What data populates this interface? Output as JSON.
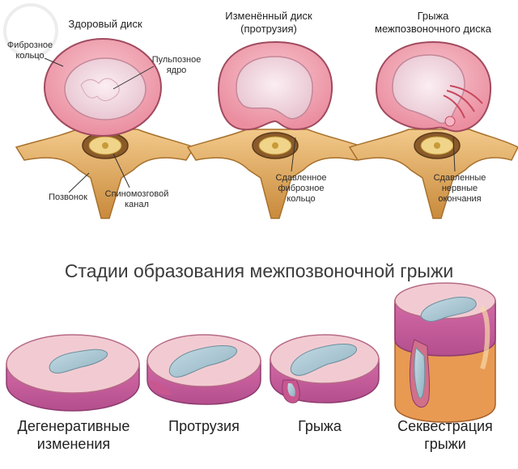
{
  "top": {
    "panels": [
      {
        "title_lines": [
          "Здоровый диск"
        ]
      },
      {
        "title_lines": [
          "Изменённый диск",
          "(протрузия)"
        ]
      },
      {
        "title_lines": [
          "Грыжа",
          "межпозвоночного диска"
        ]
      }
    ],
    "labels": {
      "fibrous_ring": [
        "Фиброзное",
        "кольцо"
      ],
      "pulpous_nucleus": [
        "Пульпозное",
        "ядро"
      ],
      "vertebra": "Позвонок",
      "spinal_canal": [
        "Спиномозговой",
        "канал"
      ],
      "compressed_ring": [
        "Сдавленное",
        "фиброзное",
        "кольцо"
      ],
      "compressed_nerves": [
        "Сдавленные",
        "нервные",
        "окончания"
      ]
    }
  },
  "stages": {
    "title": "Стадии образования межпозвоночной грыжи",
    "items": [
      {
        "lines": [
          "Дегенеративные",
          "изменения"
        ]
      },
      {
        "lines": [
          "Протрузия"
        ]
      },
      {
        "lines": [
          "Грыжа"
        ]
      },
      {
        "lines": [
          "Секвестрация",
          "грыжи"
        ]
      }
    ]
  },
  "colors": {
    "annulus": "#f2a7b4",
    "annulus_edge": "#b05468",
    "nucleus": "#f4dbe4",
    "bone": "#e0aa5e",
    "bone_dark": "#a8712c",
    "cord": "#f0d48a",
    "stage_top": "#f0c6cd",
    "stage_side": "#c05a9a",
    "stage_core": "#a9c7d3"
  }
}
